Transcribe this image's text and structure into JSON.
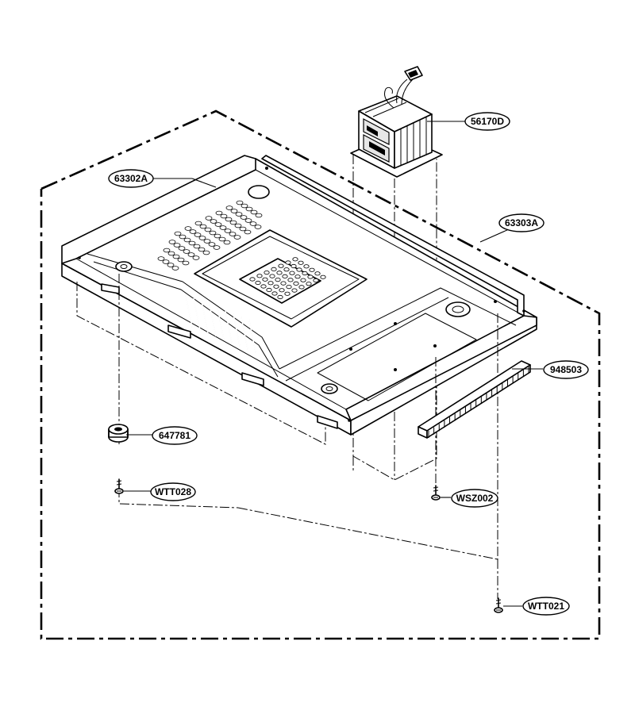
{
  "parts": [
    {
      "id": "56170D",
      "name": "transformer"
    },
    {
      "id": "63302A",
      "name": "base-plate"
    },
    {
      "id": "63303A",
      "name": "base-plate-rear"
    },
    {
      "id": "948503",
      "name": "cushion-strip"
    },
    {
      "id": "647781",
      "name": "foot"
    },
    {
      "id": "WTT028",
      "name": "screw-foot"
    },
    {
      "id": "WSZ002",
      "name": "screw-transformer"
    },
    {
      "id": "WTT021",
      "name": "screw-plate"
    }
  ]
}
